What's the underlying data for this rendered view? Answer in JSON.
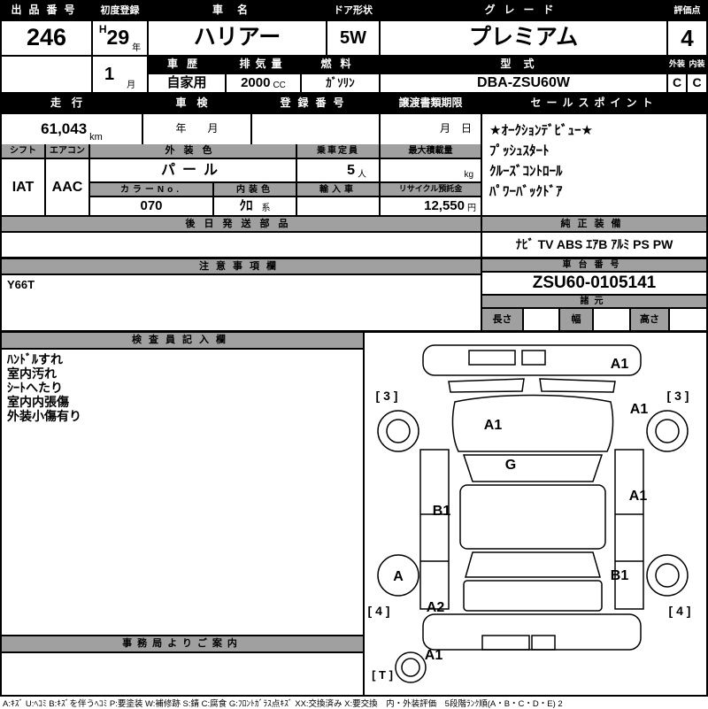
{
  "top": {
    "auction_no": {
      "label": "出品番号",
      "value": "246"
    },
    "first_reg": {
      "label": "初度登録",
      "era": "H",
      "year": "29",
      "year_unit": "年",
      "month": "1",
      "month_unit": "月"
    },
    "car_name": {
      "label": "車名",
      "value": "ハリアー"
    },
    "doors": {
      "label": "ドア形状",
      "value": "5W"
    },
    "grade": {
      "label": "グレード",
      "value": "プレミアム"
    },
    "score": {
      "label": "評価点",
      "value": "4"
    },
    "history": {
      "label": "車歴",
      "value": "自家用"
    },
    "displacement": {
      "label": "排気量",
      "value": "2000",
      "unit": "CC"
    },
    "fuel": {
      "label": "燃料",
      "value": "ｶﾞｿﾘﾝ"
    },
    "model_code": {
      "label": "型式",
      "value": "DBA-ZSU60W"
    },
    "exterior": {
      "label": "外装",
      "value": "C"
    },
    "interior": {
      "label": "内装",
      "value": "C"
    }
  },
  "middle": {
    "mileage": {
      "label": "走行",
      "value": "61,043",
      "unit": "km"
    },
    "shaken": {
      "label": "車検",
      "value": "年　　月"
    },
    "reg_no": {
      "label": "登録番号",
      "value": ""
    },
    "transfer": {
      "label": "譲渡書類期限",
      "value": "月　日"
    },
    "sales_points": {
      "label": "セールスポイント",
      "items": [
        "★ｵｰｸｼｮﾝﾃﾞﾋﾞｭｰ★",
        "ﾌﾟｯｼｭｽﾀｰﾄ",
        "ｸﾙｰｽﾞｺﾝﾄﾛｰﾙ",
        "ﾊﾟﾜｰﾊﾞｯｸﾄﾞｱ"
      ]
    },
    "shift": {
      "label": "シフト",
      "value": "IAT"
    },
    "aircon": {
      "label": "エアコン",
      "value": "AAC"
    },
    "exterior_color": {
      "label": "外装色",
      "value": "パール"
    },
    "capacity": {
      "label": "乗車定員",
      "value": "5",
      "unit": "人"
    },
    "max_load": {
      "label": "最大積載量",
      "value": "",
      "unit": "kg"
    },
    "color_no": {
      "label": "カラーNo.",
      "value": "070"
    },
    "interior_color": {
      "label": "内装色",
      "value": "ｸﾛ",
      "unit": "系"
    },
    "import_car": {
      "label": "輸入車",
      "value": ""
    },
    "recycle_fee": {
      "label": "リサイクル預託金",
      "value": "12,550",
      "unit": "円"
    },
    "later_parts": {
      "label": "後日発送部品",
      "value": ""
    },
    "equipment": {
      "label": "純正装備",
      "value": "ﾅﾋﾞ TV ABS ｴｱB ｱﾙﾐ PS PW"
    }
  },
  "notes": {
    "label": "注意事項欄",
    "value": "Y66T"
  },
  "chassis": {
    "label": "車台番号",
    "value": "ZSU60-0105141"
  },
  "specs": {
    "label": "諸元",
    "length_label": "長さ",
    "width_label": "幅",
    "height_label": "高さ",
    "length": "",
    "width": "",
    "height": ""
  },
  "inspection": {
    "label": "検査員記入欄",
    "items": [
      "ﾊﾝﾄﾞﾙすれ",
      "室内汚れ",
      "ｼｰﾄへたり",
      "室内内張傷",
      "外装小傷有り"
    ]
  },
  "office": {
    "label": "事務局よりご案内"
  },
  "diagram": {
    "marks": {
      "front_bumper": "A1",
      "front_left_count": "[ 3 ]",
      "front_right_count": "[ 3 ]",
      "front_right_fender": "A1",
      "hood": "A1",
      "windshield": "G",
      "right_side": "A1",
      "left_side": "B1",
      "rear_left_wheel": "A",
      "rear_right_quarter": "B1",
      "rear_left_quarter": "A2",
      "rear_left_count": "[ 4 ]",
      "rear_right_count": "[ 4 ]",
      "rear_bumper": "A1",
      "spare_tire": "[ T ]"
    }
  },
  "legend": "A:ｷｽﾞ U:ﾍｺﾐ B:ｷｽﾞを伴うﾍｺﾐ P:要塗装 W:補修跡 S:錆 C:腐食 G:ﾌﾛﾝﾄｶﾞﾗｽ点ｷｽﾞ XX:交換済み X:要交換　内・外装評価　5段階ﾗﾝｸ順(A・B・C・D・E) 2",
  "colors": {
    "header_bg": "#000000",
    "subheader_bg": "#a0a0a0",
    "border": "#000000"
  }
}
